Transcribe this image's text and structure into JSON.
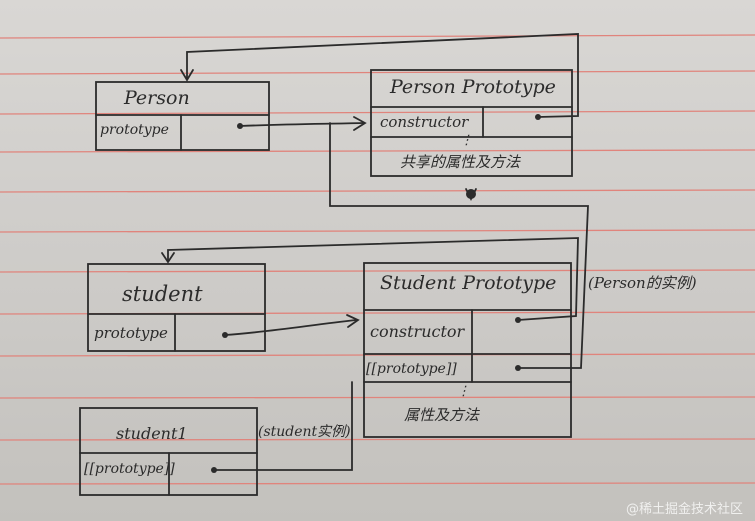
{
  "person": {
    "title": "Person",
    "field": "prototype"
  },
  "person_prototype": {
    "title": "Person Prototype",
    "field": "constructor",
    "dots": "⋮",
    "shared": "共享的属性及方法"
  },
  "student": {
    "title": "student",
    "field": "prototype"
  },
  "student_prototype": {
    "title": "Student Prototype",
    "field1": "constructor",
    "field2": "[[prototype]]",
    "dots": "⋮",
    "shared": "属性及方法",
    "side_note": "(Person的实例)"
  },
  "student1": {
    "title": "student1",
    "field": "[[prototype]]",
    "side_note": "(student实例)"
  },
  "watermark": "@稀土掘金技术社区",
  "colors": {
    "ink": "#2b2b2b",
    "rule_line": "#e0847c",
    "margin_line": "#d45a52"
  }
}
